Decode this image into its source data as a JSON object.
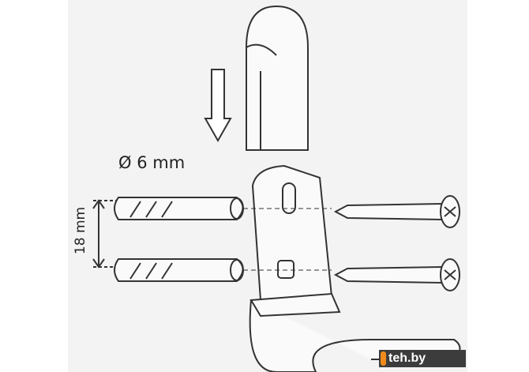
{
  "labels": {
    "diameter": "Ø 6 mm",
    "spacing": "18 mm"
  },
  "watermark": "teh.by"
}
